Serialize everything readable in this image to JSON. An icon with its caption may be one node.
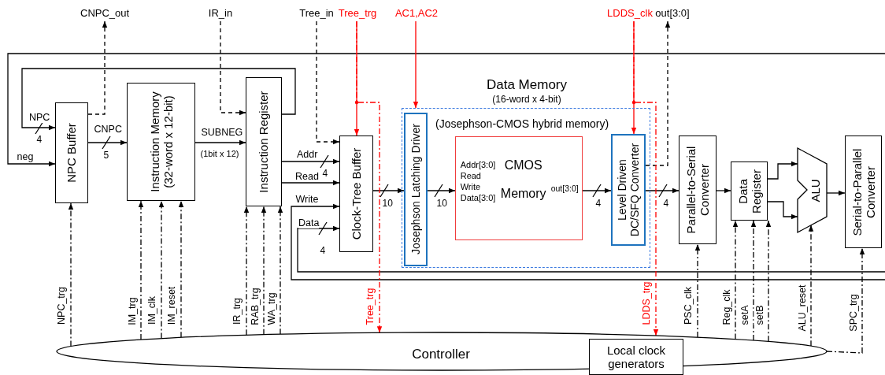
{
  "diagram": {
    "nodes": [
      {
        "text": [
          "NPC Buffer"
        ]
      },
      {
        "text": [
          "Instruction Memory",
          "(32-word x 12-bit)"
        ]
      },
      {
        "text": [
          "Instruction Register"
        ]
      },
      {
        "text": [
          "Clock-Tree Buffer"
        ]
      },
      {
        "text": [
          "Data Memory",
          "(16-word x 4-bit)",
          "(Josephson-CMOS hybrid memory)"
        ]
      },
      {
        "text": [
          "Josephson Latching Driver"
        ],
        "in": 4
      },
      {
        "text": [
          "Addr[3:0]",
          "Read",
          "Write",
          "Data[3:0]",
          "CMOS Memory",
          "out[3:0]"
        ],
        "in": 4
      },
      {
        "text": [
          "Level Driven DC/SFQ Converter"
        ],
        "in": 4
      },
      {
        "text": [
          "Parallel-to-Serial Converter"
        ]
      },
      {
        "text": [
          "Data Register"
        ]
      },
      {
        "text": [
          "ALU"
        ]
      },
      {
        "text": [
          "Serial-to-Parallel Converter"
        ]
      },
      {
        "text": [
          "Controller"
        ]
      },
      {
        "text": [
          "Local clock generators"
        ]
      },
      {
        "text": [
          "CNPC_out"
        ]
      },
      {
        "text": [
          "IR_in"
        ]
      },
      {
        "text": [
          "Tree_in"
        ]
      },
      {
        "text": [
          "Tree_trg"
        ]
      },
      {
        "text": [
          "AC1,AC2"
        ]
      },
      {
        "text": [
          "LDDS_clk"
        ]
      },
      {
        "text": [
          "out[3:0]"
        ]
      }
    ],
    "edges": [
      {
        "from": 2,
        "to": 0,
        "arrow": "to",
        "label": "NPC"
      },
      {
        "from": null,
        "to": 0,
        "arrow": "to",
        "label": "neg"
      },
      {
        "from": 0,
        "to": 1,
        "arrow": "to",
        "label": "CNPC"
      },
      {
        "from": 0,
        "to": 14,
        "arrow": "to",
        "style": "dashed"
      },
      {
        "from": 1,
        "to": 2,
        "arrow": "to",
        "label": "SUBNEG"
      },
      {
        "from": 15,
        "to": 2,
        "arrow": "to",
        "style": "dashed"
      },
      {
        "from": 2,
        "to": 3,
        "arrow": "to",
        "label": "Addr"
      },
      {
        "from": 2,
        "to": 3,
        "arrow": "to",
        "label": "Read"
      },
      {
        "from": null,
        "to": 3,
        "arrow": "to",
        "label": "Write"
      },
      {
        "from": null,
        "to": 3,
        "arrow": "to",
        "label": "Data"
      },
      {
        "from": 16,
        "to": 3,
        "arrow": "to",
        "style": "dashed"
      },
      {
        "from": 17,
        "to": 3,
        "arrow": "to",
        "color": "#ff0000"
      },
      {
        "from": 18,
        "to": 4,
        "arrow": "to",
        "color": "#ff0000"
      },
      {
        "from": 19,
        "to": 7,
        "arrow": "to",
        "color": "#ff0000"
      },
      {
        "from": 7,
        "to": 20,
        "arrow": "to",
        "style": "dashed"
      },
      {
        "from": 3,
        "to": 5,
        "arrow": "to"
      },
      {
        "from": 5,
        "to": 6,
        "arrow": "to"
      },
      {
        "from": 6,
        "to": 7,
        "arrow": "to"
      },
      {
        "from": 7,
        "to": 8,
        "arrow": "to"
      },
      {
        "from": 8,
        "to": 9,
        "arrow": "to"
      },
      {
        "from": 9,
        "to": 10,
        "arrow": "to"
      },
      {
        "from": 9,
        "to": 10,
        "arrow": "to"
      },
      {
        "from": 10,
        "to": 11,
        "arrow": "to"
      },
      {
        "from": 12,
        "to": 0,
        "arrow": "to",
        "label": "NPC_trg",
        "style": "dashed"
      },
      {
        "from": 12,
        "to": 1,
        "arrow": "to",
        "label": "IM_trg",
        "style": "dashed"
      },
      {
        "from": 12,
        "to": 1,
        "arrow": "to",
        "label": "IM_clk",
        "style": "dashed"
      },
      {
        "from": 12,
        "to": 1,
        "arrow": "to",
        "label": "IM_reset",
        "style": "dashed"
      },
      {
        "from": 12,
        "to": 2,
        "arrow": "to",
        "label": "IR_trg",
        "style": "dashed"
      },
      {
        "from": 12,
        "to": 2,
        "arrow": "to",
        "label": "RAB_trg",
        "style": "dashed"
      },
      {
        "from": 12,
        "to": 2,
        "arrow": "to",
        "label": "WA_trg",
        "style": "dashed"
      },
      {
        "from": 17,
        "to": 12,
        "arrow": "to",
        "label": "Tree_trg",
        "style": "dashed",
        "color": "#ff0000"
      },
      {
        "from": 19,
        "to": 12,
        "arrow": "to",
        "label": "LDDS_trg",
        "style": "dashed",
        "color": "#ff0000"
      },
      {
        "from": 12,
        "to": 8,
        "arrow": "to",
        "label": "PSC_clk",
        "style": "dashed"
      },
      {
        "from": 12,
        "to": 9,
        "arrow": "to",
        "label": "Reg_clk",
        "style": "dashed"
      },
      {
        "from": 12,
        "to": 9,
        "arrow": "to",
        "label": "setA",
        "style": "dashed"
      },
      {
        "from": 12,
        "to": 9,
        "arrow": "to",
        "label": "setB",
        "style": "dashed"
      },
      {
        "from": 12,
        "to": 10,
        "arrow": "to",
        "label": "ALU_reset",
        "style": "dashed"
      },
      {
        "from": 12,
        "to": 11,
        "arrow": "to",
        "label": "SPC_trg",
        "style": "dashed"
      }
    ],
    "labels": [
      "4",
      "5",
      "(1bit x 12)",
      "4",
      "4",
      "10",
      "10",
      "4",
      "4"
    ]
  }
}
